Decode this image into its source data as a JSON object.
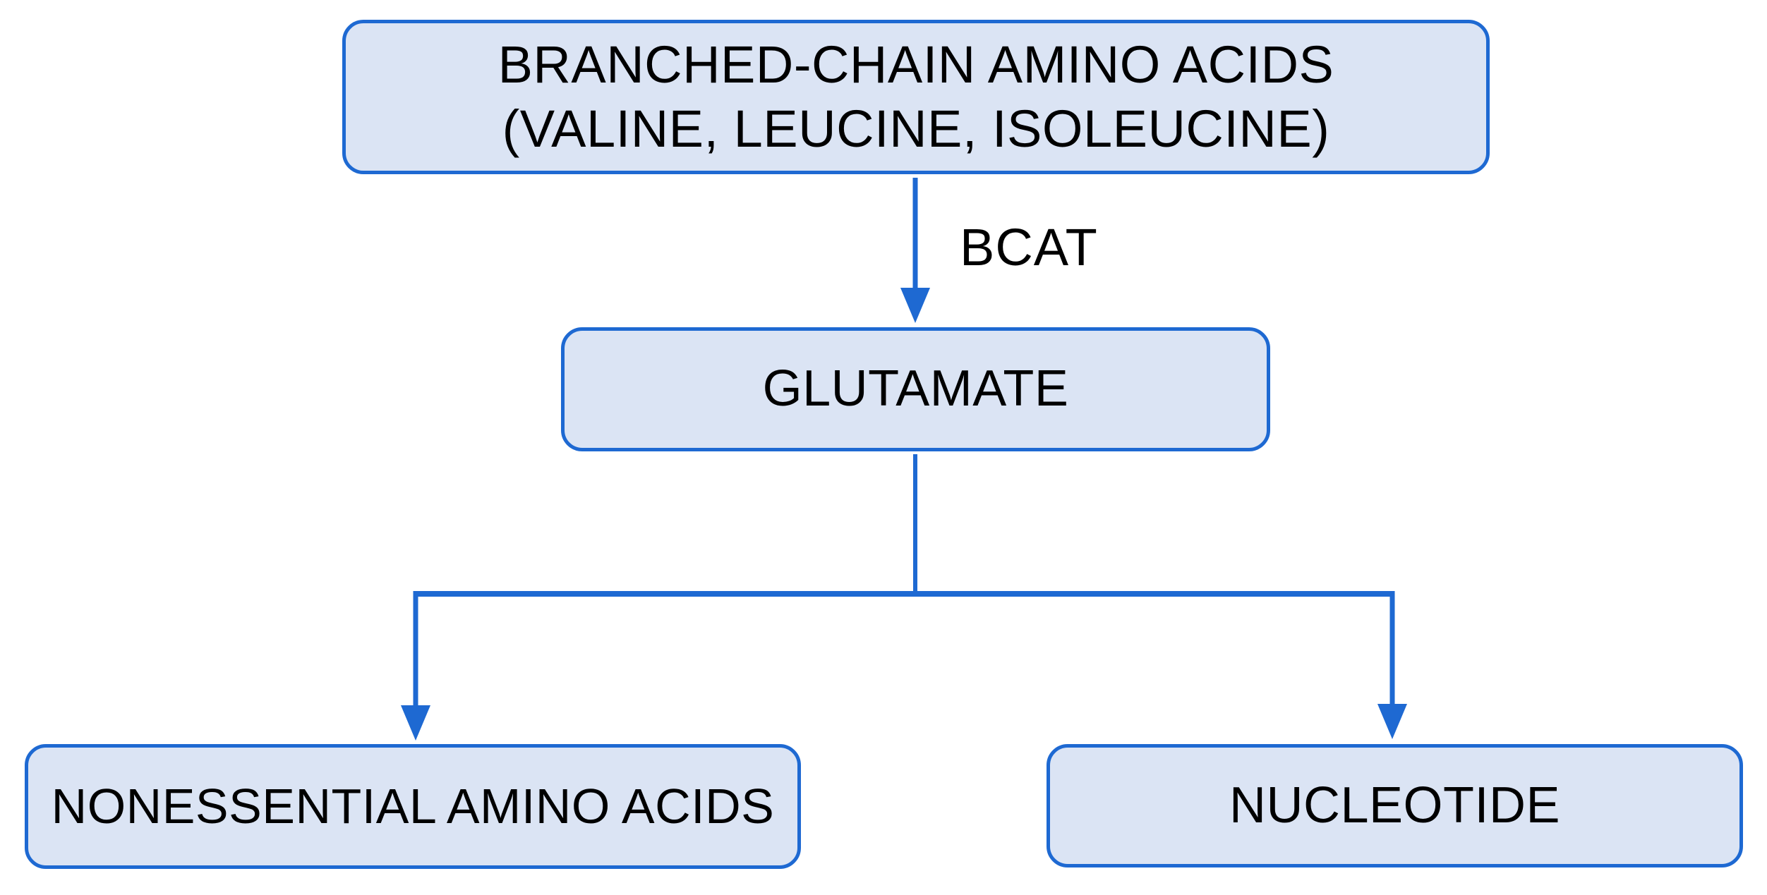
{
  "diagram": {
    "type": "flowchart",
    "nodes": {
      "bcaa": {
        "line1": "BRANCHED-CHAIN AMINO ACIDS",
        "line2": "(VALINE, LEUCINE, ISOLEUCINE)"
      },
      "glutamate": {
        "label": "GLUTAMATE"
      },
      "nonessential": {
        "label": "NONESSENTIAL AMINO ACIDS"
      },
      "nucleotide": {
        "label": "NUCLEOTIDE"
      }
    },
    "edges": [
      {
        "from": "bcaa",
        "to": "glutamate",
        "label": "BCAT",
        "style": "arrow-down"
      },
      {
        "from": "glutamate",
        "to": "nonessential",
        "label": "",
        "style": "elbow-arrow"
      },
      {
        "from": "glutamate",
        "to": "nucleotide",
        "label": "",
        "style": "elbow-arrow"
      }
    ],
    "edge_label": "BCAT",
    "colors": {
      "node_fill": "#dbe4f4",
      "node_border": "#1e69d2",
      "arrow": "#1e69d2",
      "text": "#000000",
      "background": "#ffffff"
    }
  }
}
